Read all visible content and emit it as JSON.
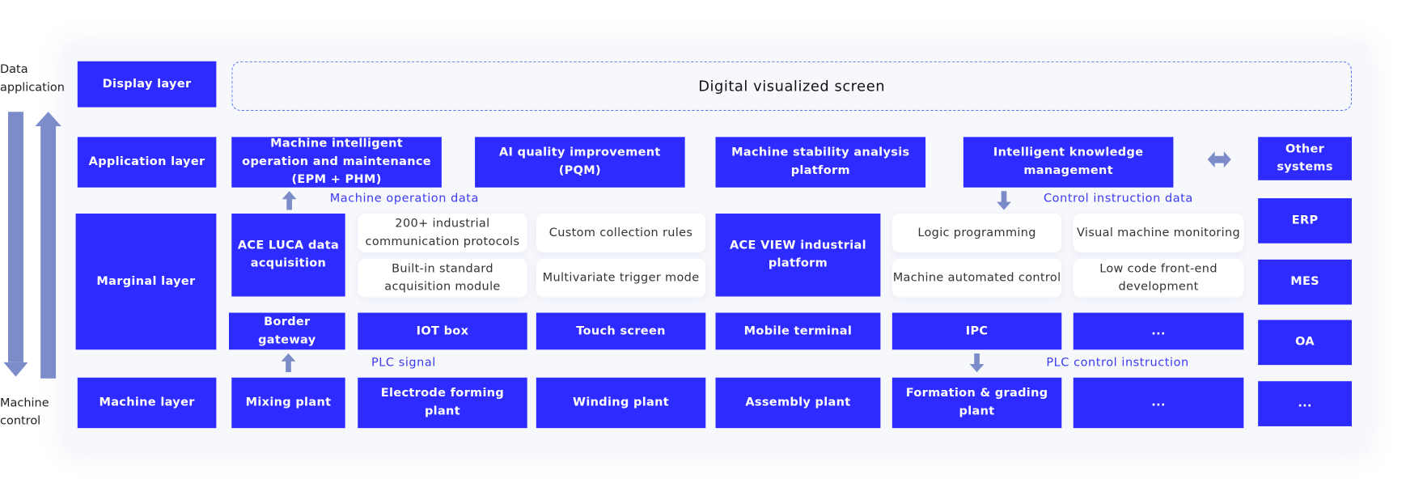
{
  "colors": {
    "box": "#2d2bff",
    "arrow": "#7b8cc9",
    "label": "#3a3af0",
    "dash": "#5b7cf0"
  },
  "side": {
    "top": "Data application",
    "bottom": "Machine control"
  },
  "display": {
    "layer": "Display layer",
    "screen": "Digital visualized screen"
  },
  "application": {
    "layer": "Application layer",
    "items": [
      "Machine intelligent operation and maintenance (EPM + PHM)",
      "AI quality improvement (PQM)",
      "Machine stability analysis platform",
      "Intelligent knowledge management"
    ]
  },
  "labels": {
    "machine_operation_data": "Machine operation data",
    "control_instruction_data": "Control instruction data",
    "plc_signal": "PLC signal",
    "plc_control_instruction": "PLC control instruction"
  },
  "marginal": {
    "layer": "Marginal layer",
    "luca": "ACE LUCA data acquisition",
    "view": "ACE VIEW industrial platform",
    "cards": [
      "200+ industrial communication protocols",
      "Custom collection rules",
      "Built-in standard acquisition module",
      "Multivariate trigger mode",
      "Logic programming",
      "Visual machine monitoring",
      "Machine automated control",
      "Low code front-end development"
    ],
    "devices": [
      "Border gateway",
      "IOT box",
      "Touch screen",
      "Mobile terminal",
      "IPC",
      "..."
    ]
  },
  "machine": {
    "layer": "Machine layer",
    "items": [
      "Mixing plant",
      "Electrode forming plant",
      "Winding plant",
      "Assembly plant",
      "Formation & grading plant",
      "..."
    ]
  },
  "other": {
    "title": "Other systems",
    "items": [
      "ERP",
      "MES",
      "OA",
      "..."
    ]
  },
  "icons": [
    "arrow-down-icon",
    "arrow-up-icon",
    "double-arrow-icon"
  ]
}
